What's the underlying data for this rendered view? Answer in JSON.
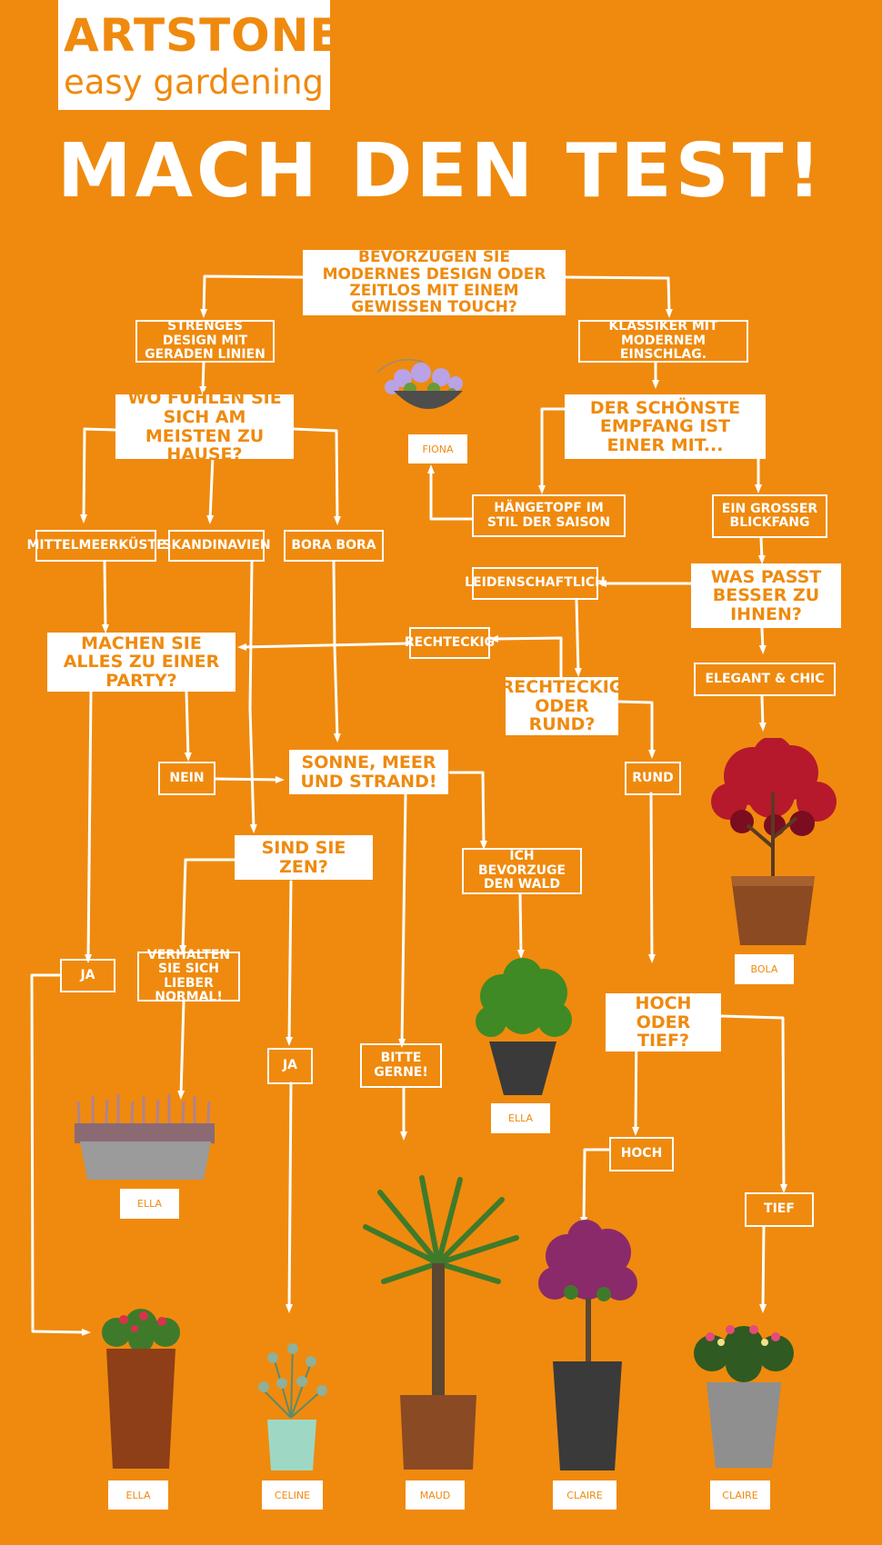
{
  "logo": {
    "line1": "ARTSTONE",
    "line2": "easy gardening"
  },
  "title": "MACH DEN TEST!",
  "nodes": {
    "q1": "BEVORZUGEN SIE MODERNES DESIGN ODER ZEITLOS MIT EINEM GEWISSEN TOUCH?",
    "a_strenges": "STRENGES DESIGN MIT GERADEN LINIEN",
    "a_klassiker": "KLASSIKER MIT MODERNEM EINSCHLAG.",
    "q_wo": "WO FÜHLEN SIE SICH AM MEISTEN ZU HAUSE?",
    "q_empfang": "DER SCHÖNSTE EMPFANG IST EINER MIT...",
    "a_haengetopf": "HÄNGETOPF IM STIL DER SAISON",
    "a_blickfang": "EIN GROSSER BLICKFANG",
    "a_mittelmeer": "MITTELMEERKÜSTE",
    "a_skandinavien": "SKANDINAVIEN",
    "a_bora": "BORA BORA",
    "a_leidenschaftlich": "LEIDENSCHAFTLICH",
    "q_passt": "WAS PASST BESSER ZU IHNEN?",
    "a_rechteckig": "RECHTECKIG",
    "q_party": "MACHEN SIE ALLES ZU EINER PARTY?",
    "q_rechteckig_rund": "RECHTECKIG ODER RUND?",
    "a_elegant": "ELEGANT & CHIC",
    "a_nein": "NEIN",
    "q_sonne": "SONNE, MEER UND STRAND!",
    "a_rund": "RUND",
    "q_zen": "SIND SIE ZEN?",
    "a_wald": "ICH BEVORZUGE DEN WALD",
    "a_ja1": "JA",
    "a_verhalten": "VERHALTEN SIE SICH LIEBER NORMAL!",
    "q_hoch": "HOCH ODER TIEF?",
    "a_ja2": "JA",
    "a_bitte": "BITTE GERNE!",
    "a_hoch": "HOCH",
    "a_tief": "TIEF"
  },
  "products": {
    "fiona": "FIONA",
    "bola": "BOLA",
    "ella_wald": "ELLA",
    "ella_trough": "ELLA",
    "ella_bottom": "ELLA",
    "celine": "CELINE",
    "maud": "MAUD",
    "claire_left": "CLAIRE",
    "claire_right": "CLAIRE"
  },
  "colors": {
    "background": "#ef8a0e",
    "box": "#ffffff",
    "text_on_box": "#ef8a0e",
    "arrow": "#ffffff"
  }
}
